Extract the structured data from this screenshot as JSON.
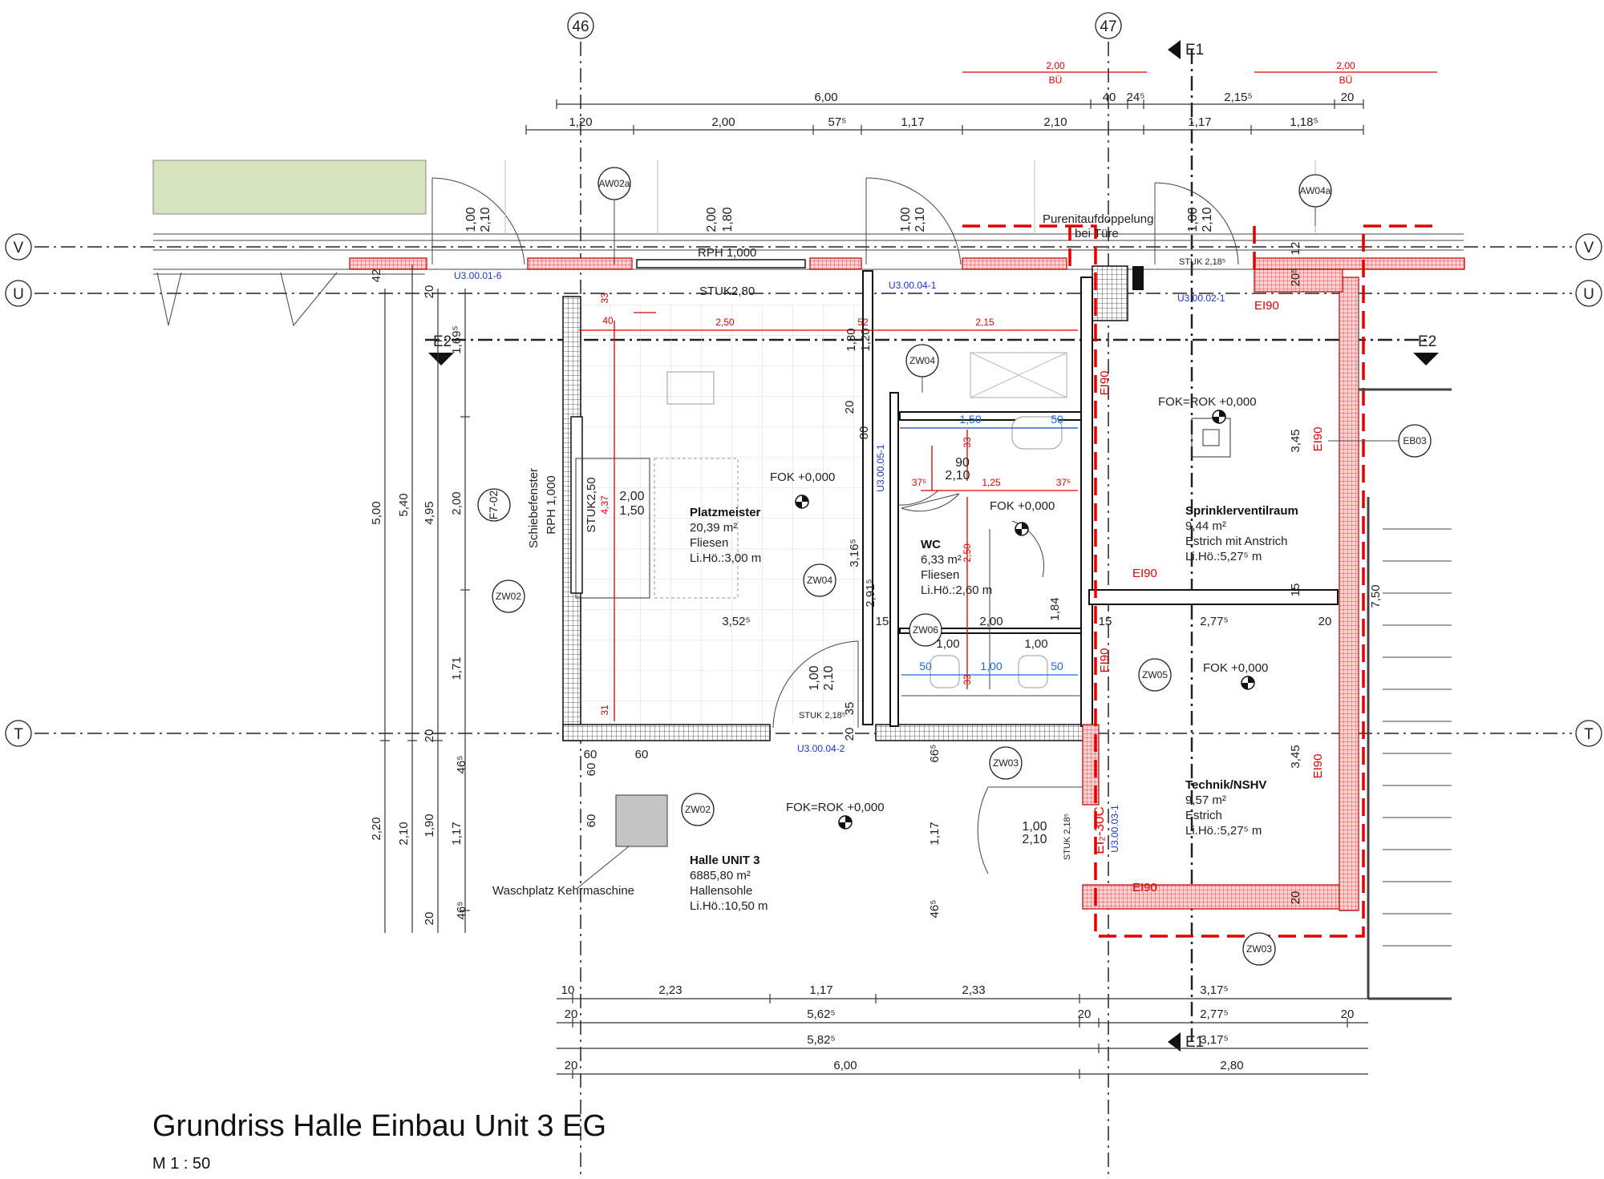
{
  "title": "Grundriss Halle Einbau Unit 3 EG",
  "scale": "M 1 : 50",
  "grid_axes": {
    "columns": [
      "46",
      "47"
    ],
    "rows": [
      "V",
      "U",
      "T"
    ]
  },
  "section_marks": {
    "e1": "E1",
    "e2": "E2"
  },
  "colors": {
    "wall_line": "#111111",
    "fire_line": "#e00000",
    "fire_hatch": "#f4b6b6",
    "opening_text": "#1a37c8",
    "green_area": "#d5e4bf"
  },
  "rooms": [
    {
      "name": "Platzmeister",
      "area": "20,39 m²",
      "floor": "Fliesen",
      "height": "Li.Hö.:3,00 m"
    },
    {
      "name": "WC",
      "area": "6,33 m²",
      "floor": "Fliesen",
      "height": "Li.Hö.:2,60 m"
    },
    {
      "name": "Sprinklerventilraum",
      "area": "9,44 m²",
      "floor": "Estrich mit Anstrich",
      "height": "Li.Hö.:5,27⁵ m"
    },
    {
      "name": "Technik/NSHV",
      "area": "9,57 m²",
      "floor": "Estrich",
      "height": "Li.Hö.:5,27⁵ m"
    },
    {
      "name": "Halle UNIT 3",
      "area": "6885,80 m²",
      "floor": "Hallensohle",
      "height": "Li.Hö.:10,50 m"
    }
  ],
  "floor_levels": {
    "platzmeister": "FOK +0,000",
    "wc": "FOK +0,000",
    "sprinkler": "FOK=ROK +0,000",
    "technik": "FOK +0,000",
    "halle": "FOK=ROK +0,000"
  },
  "tags": [
    "AW02a",
    "AW04a",
    "ZW04",
    "ZW04",
    "ZW02",
    "ZW02",
    "ZW06",
    "ZW05",
    "ZW03",
    "ZW03",
    "EB03",
    "F7-02"
  ],
  "notes": {
    "purenit_1": "Purenitaufdoppelung",
    "purenit_2": "bei Türe",
    "waschplatz": "Waschplatz Kehrmaschine",
    "schiebefenster": "Schiebefenster",
    "rph_window": "RPH 1,000",
    "rph_top": "RPH 1,000",
    "stuk_280": "STUK2,80",
    "stuk_250": "STUK2,50",
    "stuk_218_a": "STUK 2,18⁵",
    "stuk_218_b": "STUK 2,18⁵",
    "stuk_218_c": "STUK 2,18⁵",
    "ei30c": "EI₂-30C"
  },
  "openings": [
    "U3.00.01-6",
    "U3.00.04-1",
    "U3.00.02-1",
    "U3.00.05-1",
    "U3.00.04-2",
    "U3.00.03-1"
  ],
  "fire_ratings": [
    "EI90",
    "EI90",
    "EI90",
    "EI90",
    "EI90",
    "EI90",
    "EI90"
  ],
  "top_red_dims": {
    "left_value": "2,00",
    "left_label": "BÜ",
    "right_value": "2,00",
    "right_label": "BÜ"
  },
  "top_dims_row1": [
    "6,00",
    "40",
    "24⁵",
    "2,15⁵",
    "20"
  ],
  "top_dims_row2": [
    "1,20",
    "2,00",
    "57⁵",
    "1,17",
    "2,10",
    "1,17",
    "1,18⁵"
  ],
  "bottom_dims_row1": [
    "10",
    "2,23",
    "1,17",
    "2,33",
    "3,17⁵"
  ],
  "bottom_dims_row2": [
    "20",
    "5,62⁵",
    "20",
    "2,77⁵",
    "20"
  ],
  "bottom_dims_row3": [
    "5,82⁵",
    "3,17⁵"
  ],
  "bottom_dims_row4": [
    "20",
    "6,00",
    "2,80"
  ],
  "left_dims": [
    "5,00",
    "5,40",
    "4,95",
    "1,69⁵",
    "2,00",
    "1,71",
    "20",
    "46⁵",
    "2,20",
    "2,10",
    "1,90",
    "1,17",
    "20",
    "46⁵",
    "42",
    "20"
  ],
  "door_dims": {
    "d1_w": "1,00",
    "d1_h": "2,10",
    "d2_w": "2,00",
    "d2_h": "1,80",
    "d3_w": "1,00",
    "d3_h": "2,10",
    "d4_w": "1,00",
    "d4_h": "2,10",
    "d5_w": "1,00",
    "d5_h": "2,10",
    "d6_w": "1,00",
    "d6_h": "2,10",
    "d7_w": "90",
    "d7_h": "2,10",
    "win_w": "2,00",
    "win_h": "1,50"
  },
  "inner_dims": {
    "plm_352": "3,52⁵",
    "plm_316": "3,16⁵",
    "plm_291": "2,91⁵",
    "plm_60a": "60",
    "plm_60b": "60",
    "plm_60c": "60",
    "plm_60d": "60",
    "wc_15a": "15",
    "wc_200": "2,00",
    "wc_100a": "1,00",
    "wc_100b": "1,00",
    "wc_184": "1,84",
    "wc_80": "80",
    "wc_20": "20",
    "wc_35": "35",
    "wc_66": "66⁵",
    "wc_117": "1,17",
    "wc_465": "46⁵",
    "wc_130": "1,30",
    "wc_120": "1,20",
    "wc_20b": "20",
    "sp_15": "15",
    "sp_277": "2,77⁵",
    "sp_20": "20",
    "sp_345a": "3,45",
    "sp_345b": "3,45",
    "sp_20b": "20",
    "sp_15b": "15",
    "sp_750": "7,50",
    "sp_12": "12",
    "sp_205": "20⁵"
  },
  "red_dims": [
    "2,50",
    "2,15",
    "52",
    "33",
    "40",
    "4,37",
    "31",
    "37⁵",
    "1,25",
    "37⁵",
    "33",
    "2,50",
    "33"
  ],
  "blue_dims": [
    "1,50",
    "50",
    "50",
    "1,00",
    "50"
  ]
}
